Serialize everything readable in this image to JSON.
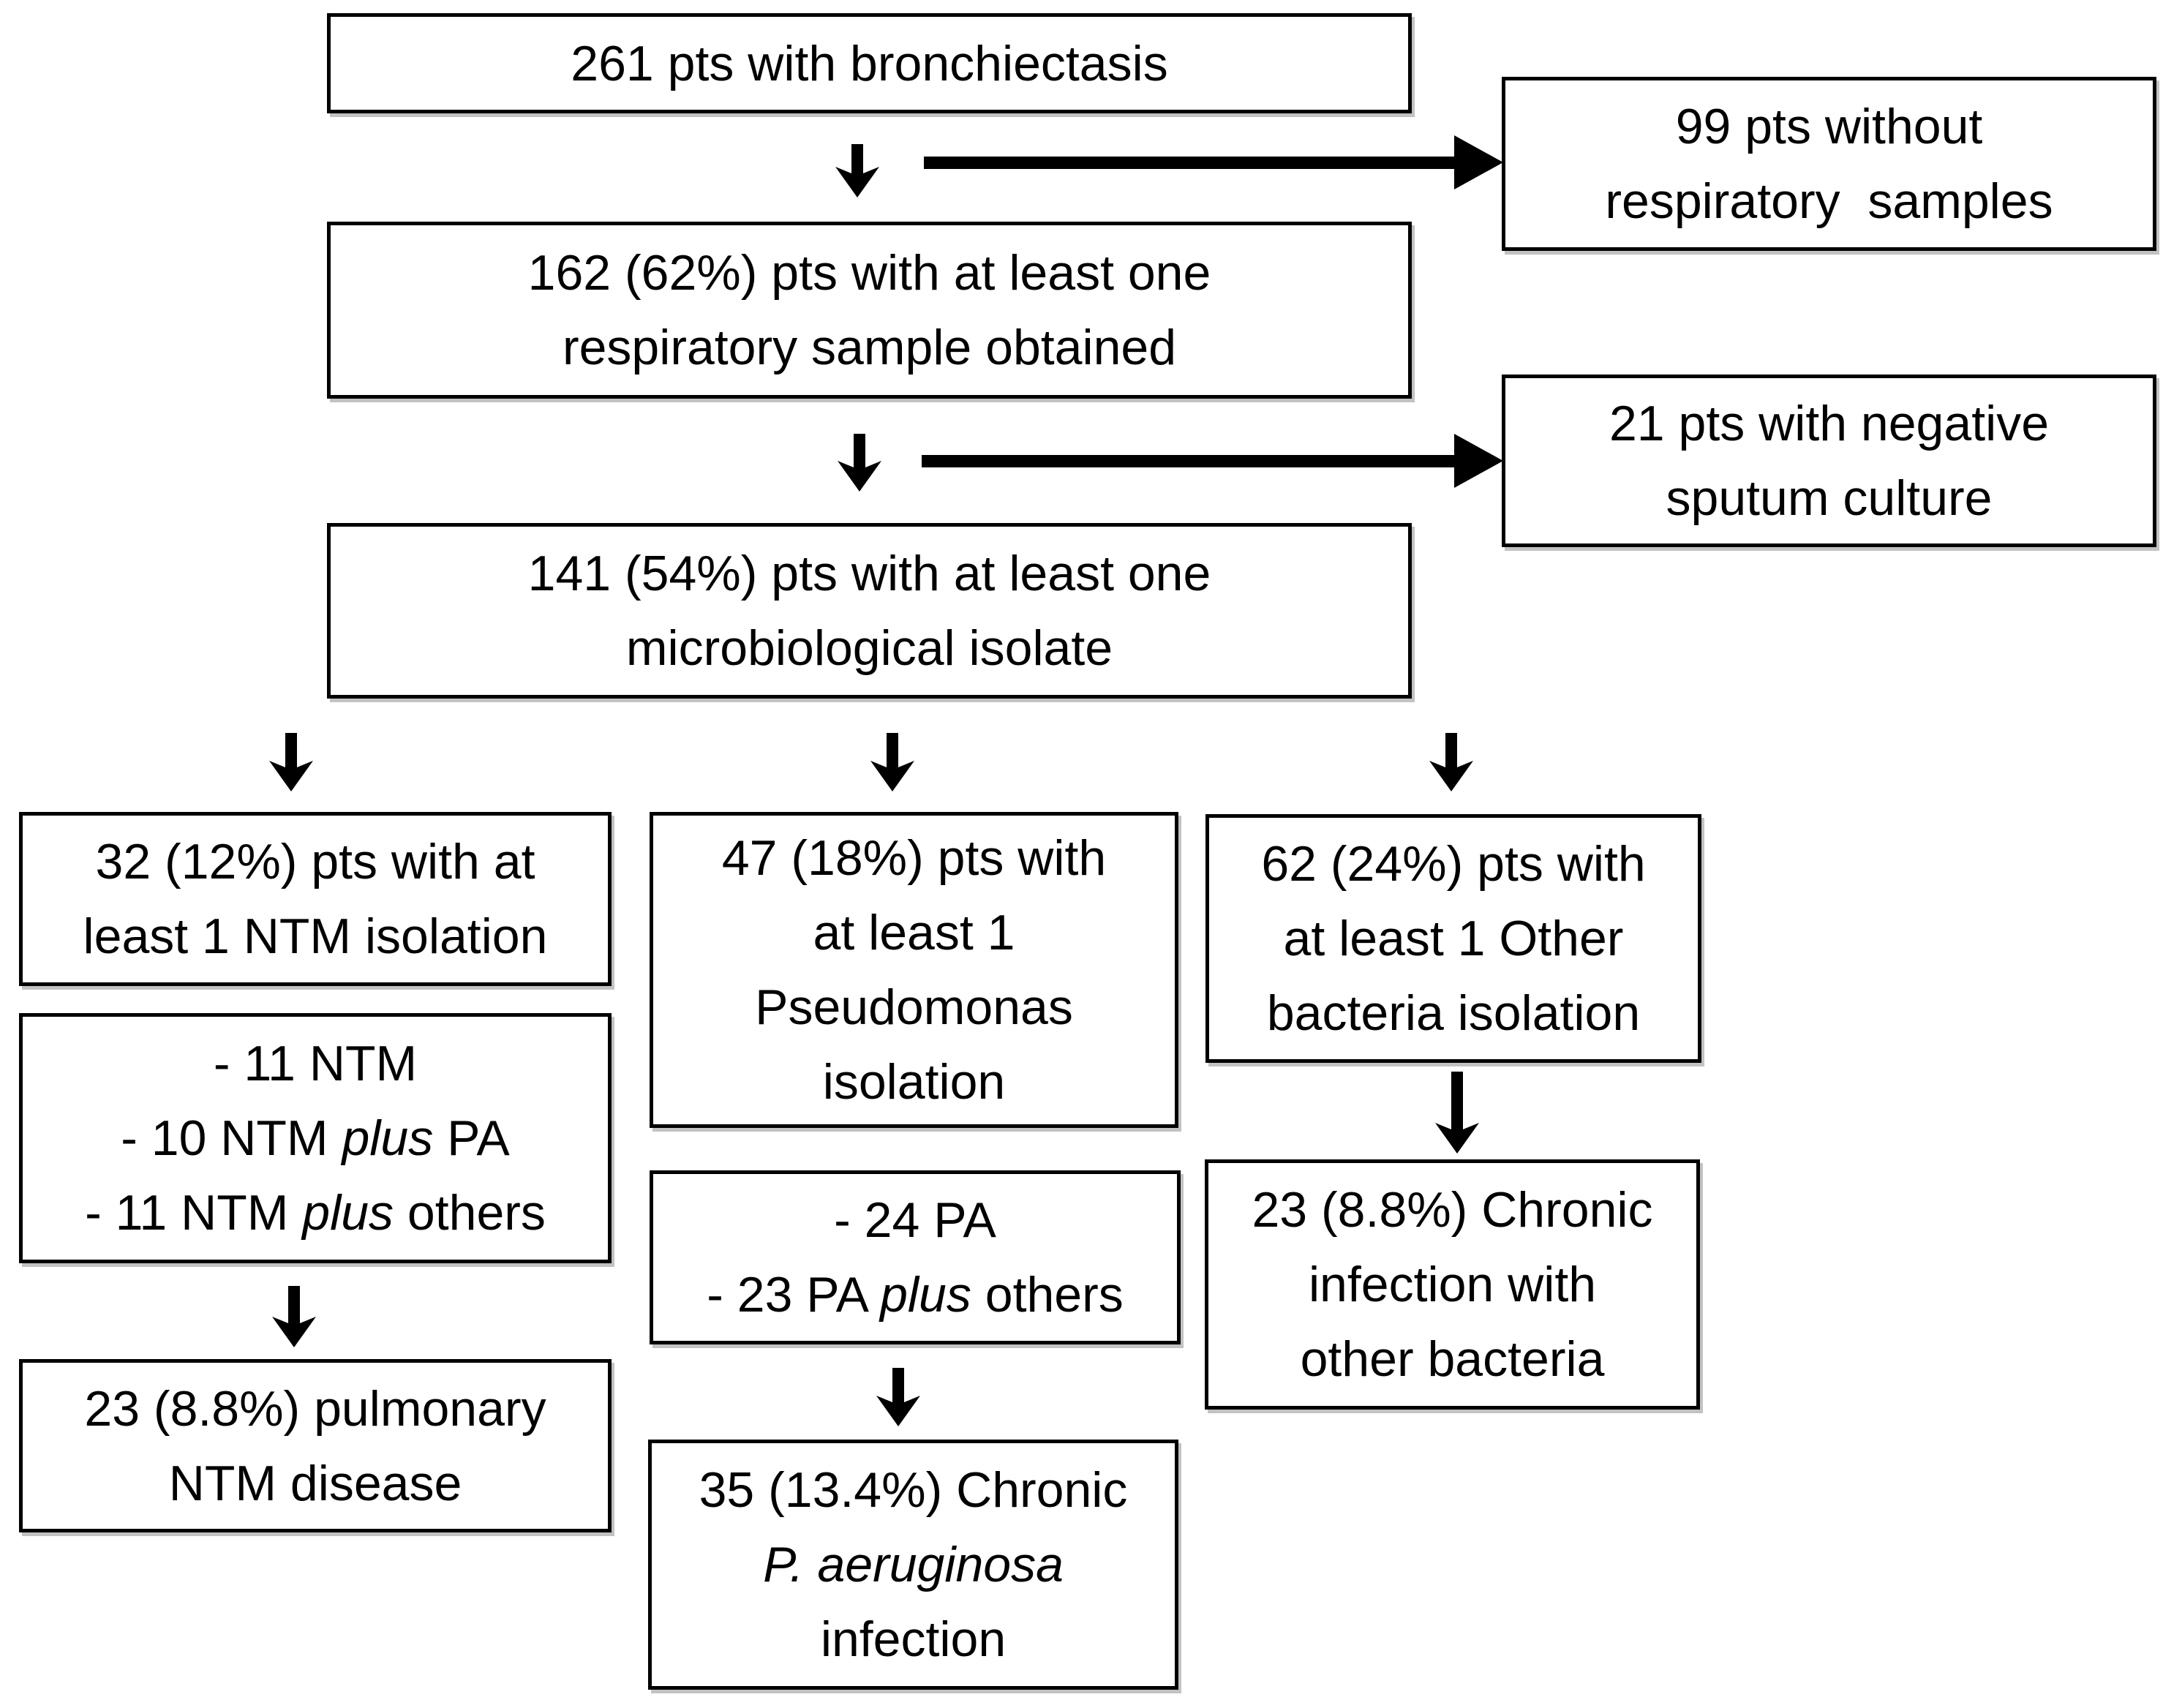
{
  "figure": {
    "type": "flowchart",
    "background_color": "#ffffff",
    "box_border_color": "#000000",
    "arrow_color": "#000000",
    "text_color": "#000000"
  },
  "icons": {
    "down_arrow": "down-arrow-icon",
    "right_arrow": "right-arrow-icon"
  },
  "boxes": {
    "b261": {
      "line1": "261 pts with bronchiectasis"
    },
    "b99": {
      "line1": "99 pts without",
      "line2": "respiratory  samples"
    },
    "b162": {
      "line1": "162 (62%) pts with at least one",
      "line2": "respiratory sample obtained"
    },
    "b21": {
      "line1": "21 pts with negative",
      "line2": "sputum culture"
    },
    "b141": {
      "line1": "141 (54%) pts with at least one",
      "line2": "microbiological isolate"
    },
    "b32": {
      "line1": "32 (12%) pts with at",
      "line2": "least 1 NTM isolation"
    },
    "bNTM": {
      "line1": "- 11 NTM",
      "line2_pre": "- 10 NTM ",
      "line2_italic": "plus",
      "line2_post": " PA",
      "line3_pre": "- 11 NTM ",
      "line3_italic": "plus",
      "line3_post": " others"
    },
    "b23ntm": {
      "line1": "23 (8.8%) pulmonary",
      "line2": "NTM disease"
    },
    "b47": {
      "line1": "47 (18%) pts with",
      "line2": "at least 1",
      "line3": "Pseudomonas",
      "line4": "isolation"
    },
    "bPA": {
      "line1": "- 24 PA",
      "line2_pre": "- 23 PA ",
      "line2_italic": "plus",
      "line2_post": " others"
    },
    "b35": {
      "line1": "35 (13.4%) Chronic",
      "line2_italic": "P. aeruginosa",
      "line3": "infection"
    },
    "b62": {
      "line1": "62 (24%) pts with",
      "line2": "at least 1 Other",
      "line3": "bacteria isolation"
    },
    "b23other": {
      "line1": "23 (8.8%) Chronic",
      "line2": "infection with",
      "line3": "other bacteria"
    }
  }
}
